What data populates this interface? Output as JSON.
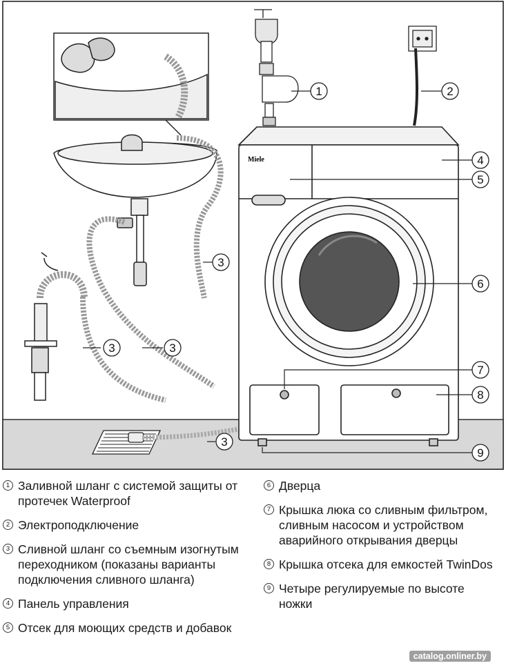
{
  "diagram": {
    "brand": "Miele",
    "callouts": [
      "1",
      "2",
      "3",
      "3",
      "3",
      "3",
      "4",
      "5",
      "6",
      "7",
      "8",
      "9"
    ]
  },
  "legend": {
    "left": [
      {
        "num": "1",
        "text": "Заливной шланг с системой защиты от протечек Waterproof"
      },
      {
        "num": "2",
        "text": "Электроподключение"
      },
      {
        "num": "3",
        "text": "Сливной шланг со съемным изогнутым переходником (показаны варианты подключения сливного шланга)"
      },
      {
        "num": "4",
        "text": "Панель управления"
      },
      {
        "num": "5",
        "text": "Отсек для моющих средств и добавок"
      }
    ],
    "right": [
      {
        "num": "6",
        "text": "Дверца"
      },
      {
        "num": "7",
        "text": "Крышка люка со сливным фильтром, сливным насосом и устройством аварийного открывания дверцы"
      },
      {
        "num": "8",
        "text": "Крышка отсека для емкостей TwinDos"
      },
      {
        "num": "9",
        "text": "Четыре регулируемые по высоте ножки"
      }
    ]
  },
  "watermark": "catalog.onliner.by"
}
